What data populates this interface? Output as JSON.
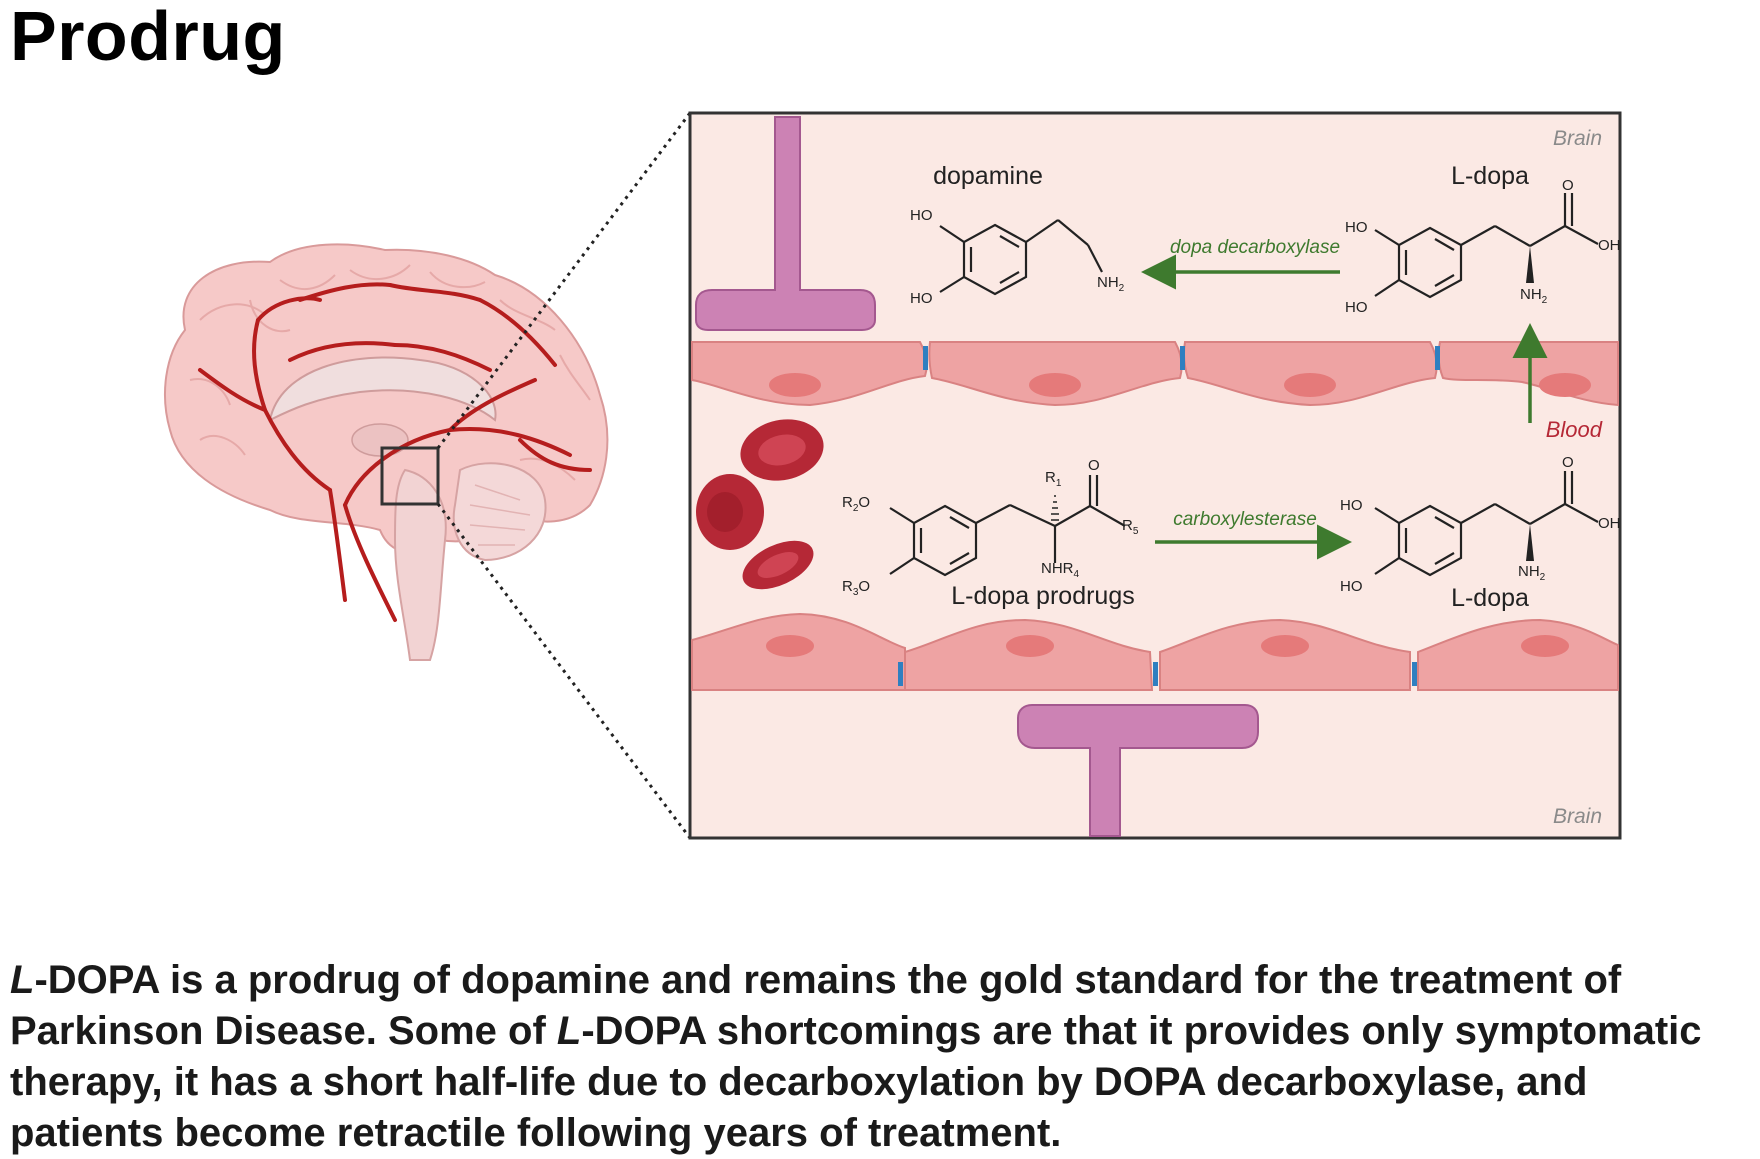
{
  "page": {
    "title": "Prodrug"
  },
  "diagram": {
    "region_brain_top": "Brain",
    "region_blood": "Blood",
    "region_brain_bottom": "Brain",
    "molecule_dopamine": "dopamine",
    "molecule_ldopa_top": "L-dopa",
    "molecule_prodrugs": "L-dopa prodrugs",
    "molecule_ldopa_bottom": "L-dopa",
    "enzyme_decarboxylase": "dopa decarboxylase",
    "enzyme_esterase": "carboxylesterase",
    "colors": {
      "panel_bg": "#fbe9e4",
      "vessel": "#eea3a3",
      "nucleus": "#e57a7a",
      "astrocyte": "#cc82b4",
      "arrow": "#3e7a2e",
      "rbc": "#b52836",
      "artery": "#b51d1d",
      "brain": "#f6c9c8",
      "junction": "#2f7fc0"
    }
  },
  "caption": {
    "p1": "L",
    "p2": "-DOPA is a prodrug of dopamine and remains the gold standard for the treatment of Parkinson Disease. Some of ",
    "p3": "L",
    "p4": "-DOPA shortcomings are that it provides only symptomatic therapy, it has a short half-life due to decarboxylation by DOPA decarboxylase, and patients become retractile following years of treatment."
  }
}
